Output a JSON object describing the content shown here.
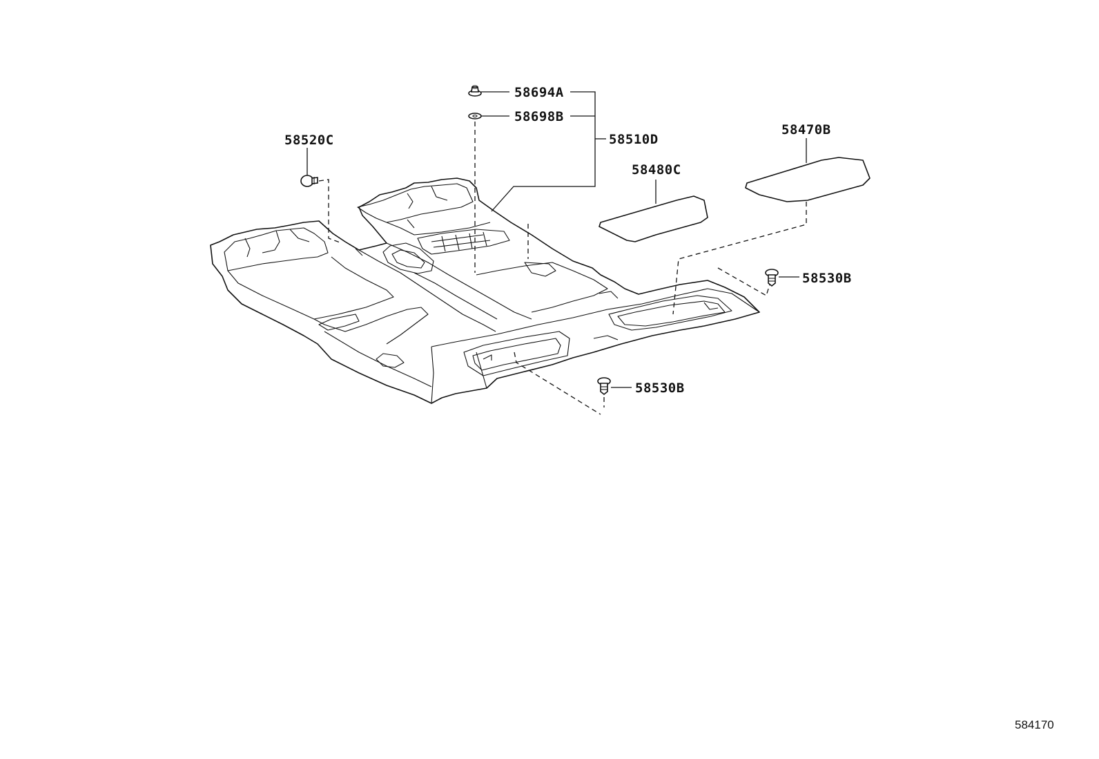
{
  "labels": {
    "p58694A": "58694A",
    "p58698B": "58698B",
    "p58510D": "58510D",
    "p58520C": "58520C",
    "p58480C": "58480C",
    "p58470B": "58470B",
    "p58530B_right": "58530B",
    "p58530B_bottom": "58530B"
  },
  "diagram_id": "584170"
}
